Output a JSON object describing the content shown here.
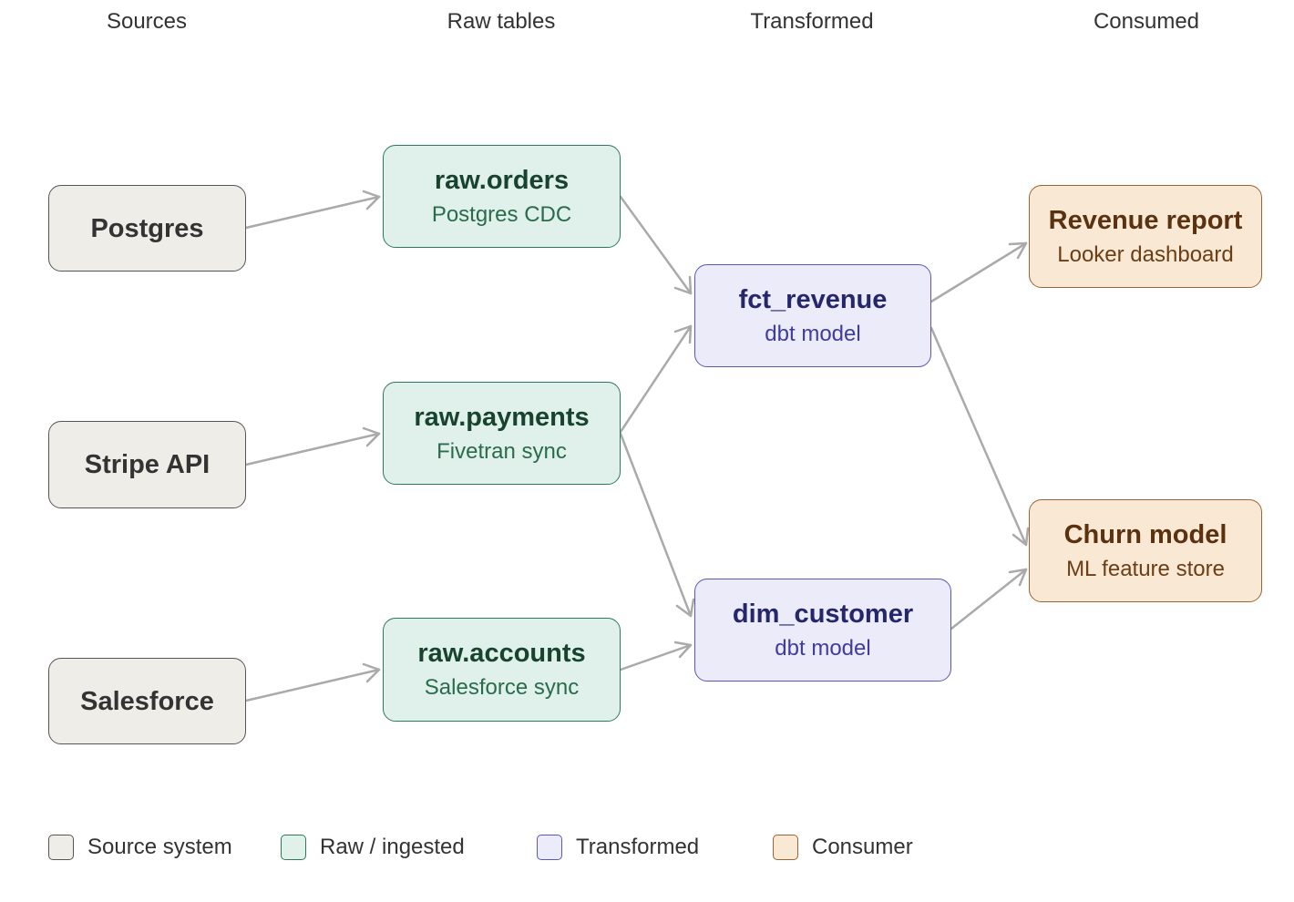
{
  "columns": {
    "sources": "Sources",
    "raw": "Raw tables",
    "transformed": "Transformed",
    "consumed": "Consumed"
  },
  "nodes": {
    "postgres": {
      "title": "Postgres"
    },
    "stripe": {
      "title": "Stripe API"
    },
    "salesforce": {
      "title": "Salesforce"
    },
    "raw_orders": {
      "title": "raw.orders",
      "subtitle": "Postgres CDC"
    },
    "raw_payments": {
      "title": "raw.payments",
      "subtitle": "Fivetran sync"
    },
    "raw_accounts": {
      "title": "raw.accounts",
      "subtitle": "Salesforce sync"
    },
    "fct_revenue": {
      "title": "fct_revenue",
      "subtitle": "dbt model"
    },
    "dim_customer": {
      "title": "dim_customer",
      "subtitle": "dbt model"
    },
    "revenue_report": {
      "title": "Revenue report",
      "subtitle": "Looker dashboard"
    },
    "churn_model": {
      "title": "Churn model",
      "subtitle": "ML feature store"
    }
  },
  "edges": [
    {
      "from": "postgres",
      "to": "raw_orders"
    },
    {
      "from": "stripe",
      "to": "raw_payments"
    },
    {
      "from": "salesforce",
      "to": "raw_accounts"
    },
    {
      "from": "raw_orders",
      "to": "fct_revenue"
    },
    {
      "from": "raw_payments",
      "to": "fct_revenue"
    },
    {
      "from": "raw_payments",
      "to": "dim_customer"
    },
    {
      "from": "raw_accounts",
      "to": "dim_customer"
    },
    {
      "from": "fct_revenue",
      "to": "revenue_report"
    },
    {
      "from": "fct_revenue",
      "to": "churn_model"
    },
    {
      "from": "dim_customer",
      "to": "churn_model"
    }
  ],
  "legend": [
    {
      "key": "source",
      "label": "Source system"
    },
    {
      "key": "raw",
      "label": "Raw / ingested"
    },
    {
      "key": "transformed",
      "label": "Transformed"
    },
    {
      "key": "consumer",
      "label": "Consumer"
    }
  ],
  "colors": {
    "source_fill": "#efede8",
    "raw_fill": "#dff1ea",
    "transformed_fill": "#ebebfa",
    "consumer_fill": "#f8e8d4",
    "edge": "#aaaaaa"
  }
}
